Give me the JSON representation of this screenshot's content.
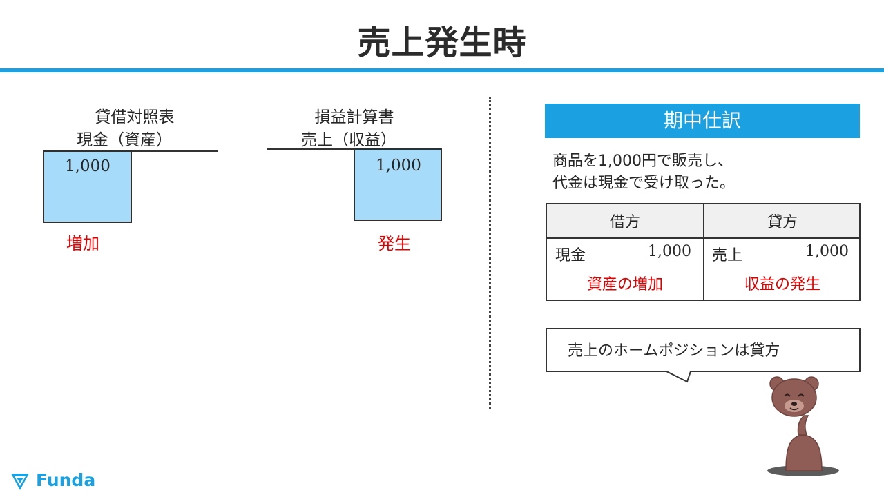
{
  "title": "売上発生時",
  "balance_sheet": {
    "heading": "貸借対照表",
    "account": "現金（資産）",
    "debit_value": "1,000",
    "note": "増加"
  },
  "income_statement": {
    "heading": "損益計算書",
    "account": "売上（収益）",
    "credit_value": "1,000",
    "note": "発生"
  },
  "journal": {
    "header": "期中仕訳",
    "description_line1": "商品を1,000円で販売し、",
    "description_line2": "代金は現金で受け取った。",
    "col_debit": "借方",
    "col_credit": "貸方",
    "debit_account": "現金",
    "debit_amount": "1,000",
    "credit_account": "売上",
    "credit_amount": "1,000",
    "debit_note": "資産の増加",
    "credit_note": "収益の発生"
  },
  "speech": "売上のホームポジションは貸方",
  "logo": {
    "text": "Funda",
    "color": "#1ba1e2"
  },
  "colors": {
    "accent": "#1ba1e2",
    "box_fill": "#a6dcf9",
    "note_red": "#e00000"
  }
}
